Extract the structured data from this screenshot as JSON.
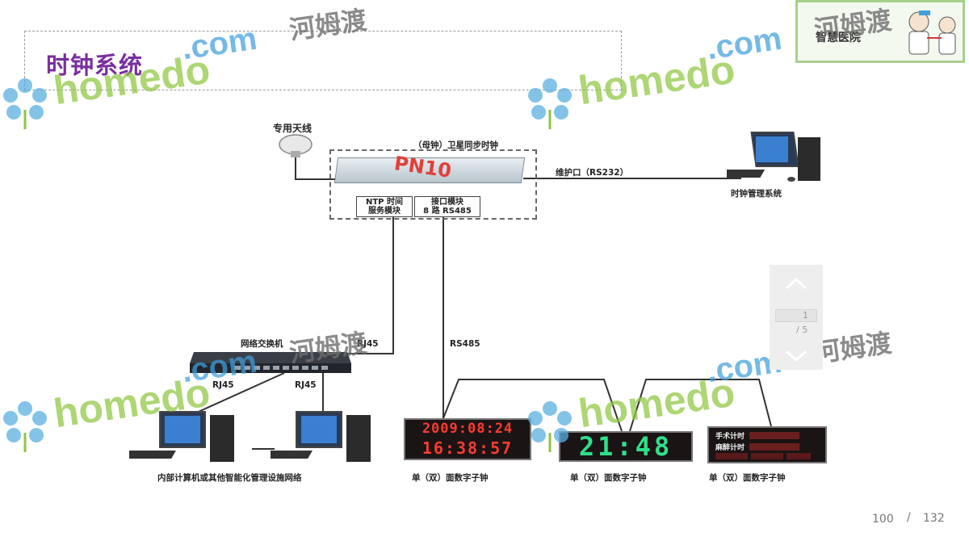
{
  "title": "时钟系统",
  "logo": {
    "text": "智慧医院"
  },
  "diagram": {
    "antenna_label": "专用天线",
    "master_clock_label": "（母钟）卫星同步时钟",
    "master_device_text": "PN10",
    "ntp_module_line1": "NTP 时间",
    "ntp_module_line2": "服务模块",
    "interface_module_line1": "接口模块",
    "interface_module_line2": "8 路 RS485",
    "maintenance_port_label": "维护口（RS232）",
    "management_system_label": "时钟管理系统",
    "switch_label": "网络交换机",
    "rj45_label_top": "RJ45",
    "rj45_label_left": "RJ45",
    "rj45_label_right": "RJ45",
    "rs485_label": "RS485",
    "internal_network_label": "内部计算机或其他智能化管理设施网络",
    "clock1_label": "单（双）面数字子钟",
    "clock2_label": "单（双）面数字子钟",
    "clock3_label": "单（双）面数字子钟",
    "clock1_date": "2009:08:24",
    "clock1_time": "16:38:57",
    "clock2_time": "21:48",
    "clock3_row1_label": "手术计时",
    "clock3_row2_label": "麻醉计时"
  },
  "watermark": {
    "homedo": "homedo",
    "com": ".com",
    "cn": "河姆渡"
  },
  "navigator": {
    "current_page": "1",
    "total": "/ 5"
  },
  "footer": {
    "page": "100",
    "separator": "/",
    "total": "132"
  },
  "colors": {
    "title": "#7a2ea0",
    "watermark_green": "#8dc63f",
    "watermark_blue": "#3fa0dc",
    "led_red": "#ff3b30",
    "led_green": "#2fe08a"
  }
}
